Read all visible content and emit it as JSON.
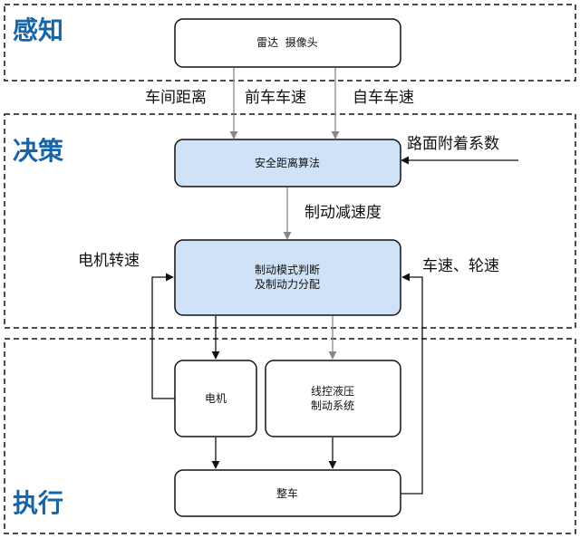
{
  "sections": {
    "perception": "感知",
    "decision": "决策",
    "execution": "执行"
  },
  "boxes": {
    "sensors": "雷达  摄像头",
    "algorithm": "安全距离算法",
    "mode_line1": "制动模式判断",
    "mode_line2": "及制动力分配",
    "motor": "电机",
    "hydraulic_line1": "线控液压",
    "hydraulic_line2": "制动系统",
    "vehicle": "整车"
  },
  "labels": {
    "distance": "车间距离",
    "front_speed": "前车车速",
    "own_speed": "自车车速",
    "road_adhesion": "路面附着系数",
    "decel": "制动减速度",
    "motor_speed": "电机转速",
    "wheel_speed": "车速、轮速"
  },
  "colors": {
    "title": "#1565a8",
    "decision_fill": "#cfe2f7",
    "box_stroke": "#111111"
  }
}
